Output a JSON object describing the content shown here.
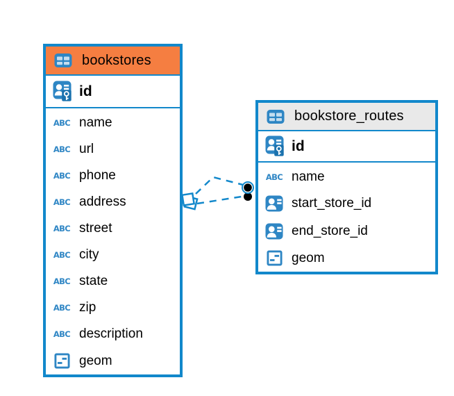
{
  "diagram": {
    "tables": [
      {
        "name": "bookstores",
        "header_color": "#F57E41",
        "columns": [
          {
            "name": "id",
            "type_icon": "primary-key"
          },
          {
            "name": "name",
            "type_icon": "text"
          },
          {
            "name": "url",
            "type_icon": "text"
          },
          {
            "name": "phone",
            "type_icon": "text"
          },
          {
            "name": "address",
            "type_icon": "text"
          },
          {
            "name": "street",
            "type_icon": "text"
          },
          {
            "name": "city",
            "type_icon": "text"
          },
          {
            "name": "state",
            "type_icon": "text"
          },
          {
            "name": "zip",
            "type_icon": "text"
          },
          {
            "name": "description",
            "type_icon": "text"
          },
          {
            "name": "geom",
            "type_icon": "geometry"
          }
        ]
      },
      {
        "name": "bookstore_routes",
        "header_color": "#E9E9E9",
        "columns": [
          {
            "name": "id",
            "type_icon": "primary-key"
          },
          {
            "name": "name",
            "type_icon": "text"
          },
          {
            "name": "start_store_id",
            "type_icon": "id-reference"
          },
          {
            "name": "end_store_id",
            "type_icon": "id-reference"
          },
          {
            "name": "geom",
            "type_icon": "geometry"
          }
        ]
      }
    ]
  },
  "icons": {
    "text_type_label": "ABC"
  },
  "colors": {
    "accent_blue": "#1288CB",
    "icon_blue": "#2E86C4",
    "header_orange": "#F57E41",
    "header_gray": "#E9E9E9",
    "connector_dot": "#000000"
  }
}
